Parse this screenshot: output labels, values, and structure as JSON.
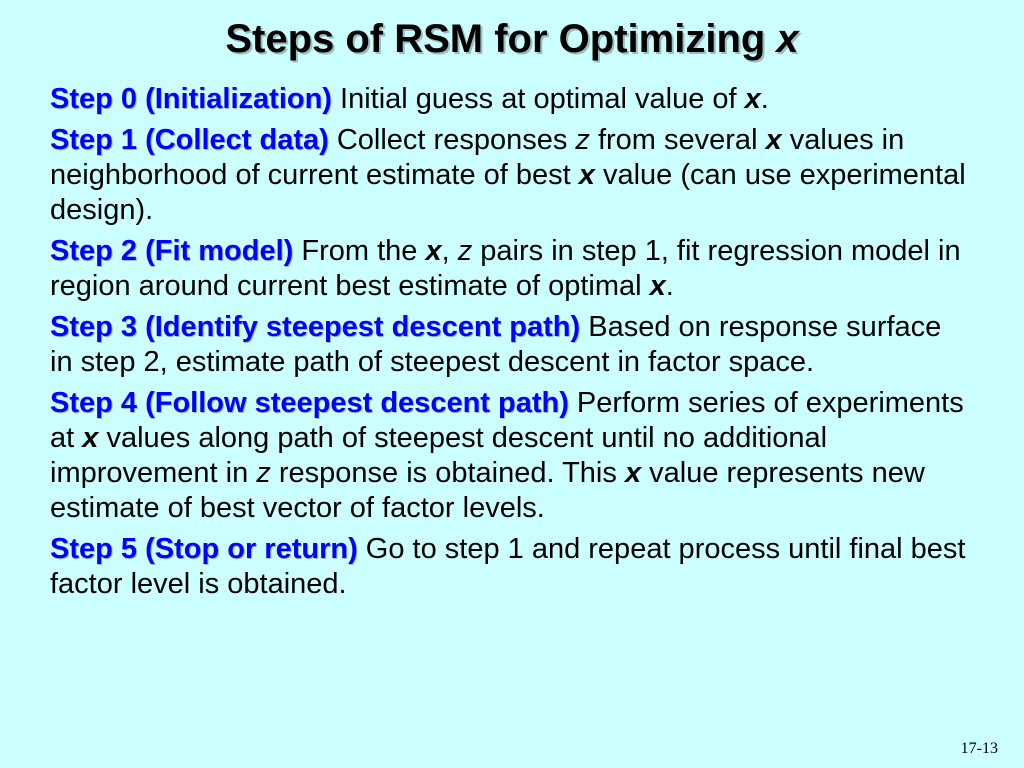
{
  "slide": {
    "title": {
      "text": "Steps of RSM for Optimizing ",
      "var": "x"
    },
    "steps": [
      {
        "label": "Step 0 (Initialization)",
        "parts": [
          {
            "t": " Initial guess at optimal value of "
          },
          {
            "t": "x",
            "s": "v"
          },
          {
            "t": "."
          }
        ]
      },
      {
        "label": "Step 1 (Collect data)",
        "parts": [
          {
            "t": " Collect responses "
          },
          {
            "t": "z",
            "s": "z"
          },
          {
            "t": " from several "
          },
          {
            "t": "x",
            "s": "v"
          },
          {
            "t": " values in  neighborhood of current estimate of best "
          },
          {
            "t": "x",
            "s": "v"
          },
          {
            "t": " value (can use experimental design)."
          }
        ]
      },
      {
        "label": "Step 2 (Fit model)",
        "parts": [
          {
            "t": " From the "
          },
          {
            "t": "x",
            "s": "v"
          },
          {
            "t": ", "
          },
          {
            "t": "z",
            "s": "z"
          },
          {
            "t": " pairs in step 1, fit regression model in region around current best estimate of optimal "
          },
          {
            "t": "x",
            "s": "v"
          },
          {
            "t": "."
          }
        ]
      },
      {
        "label": "Step 3 (Identify steepest descent path)",
        "parts": [
          {
            "t": " Based on response surface in step 2, estimate path of steepest descent in factor space."
          }
        ]
      },
      {
        "label": "Step 4 (Follow steepest descent path)",
        "parts": [
          {
            "t": " Perform series of experiments at "
          },
          {
            "t": "x",
            "s": "v"
          },
          {
            "t": " values along path of steepest descent until no additional improvement in "
          },
          {
            "t": "z",
            "s": "z"
          },
          {
            "t": " response is obtained. This "
          },
          {
            "t": "x",
            "s": "v"
          },
          {
            "t": " value represents new estimate of best vector of factor levels."
          }
        ]
      },
      {
        "label": "Step 5 (Stop or return)",
        "parts": [
          {
            "t": " Go to step 1 and repeat process until final best factor level is obtained."
          }
        ]
      }
    ],
    "page_number": "17-13",
    "colors": {
      "background": "#ccffff",
      "step_label": "#0000ff",
      "text": "#000000"
    }
  }
}
